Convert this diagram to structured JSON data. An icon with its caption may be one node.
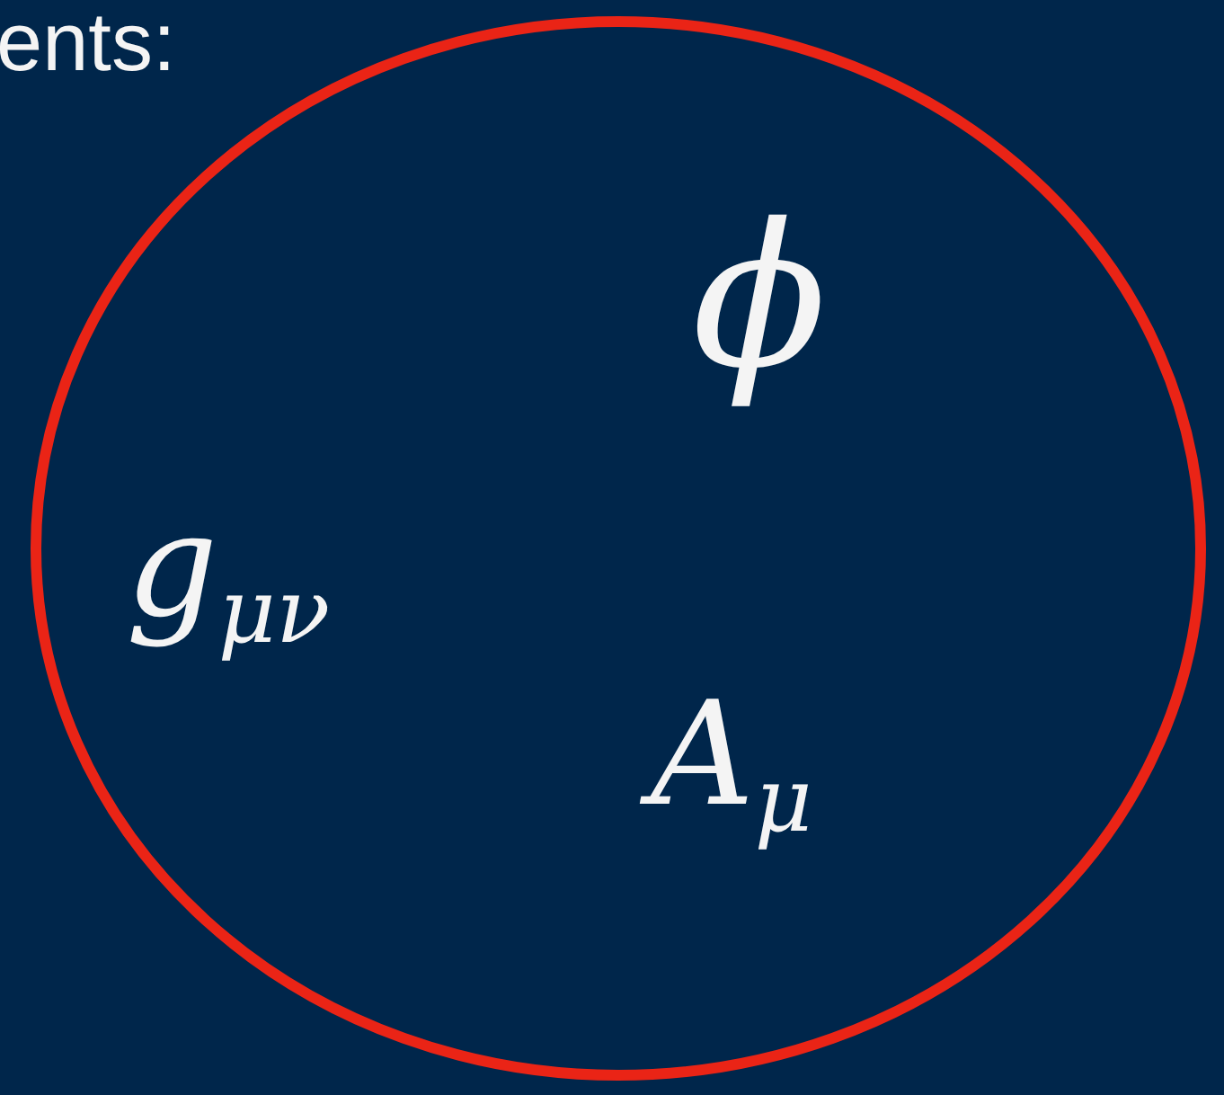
{
  "diagram": {
    "nodes": [
      {
        "text": [
          "ϕ",
          "g$_{μν}$",
          "A$_{μ}$"
        ]
      }
    ],
    "labels": [
      "ents:"
    ]
  }
}
